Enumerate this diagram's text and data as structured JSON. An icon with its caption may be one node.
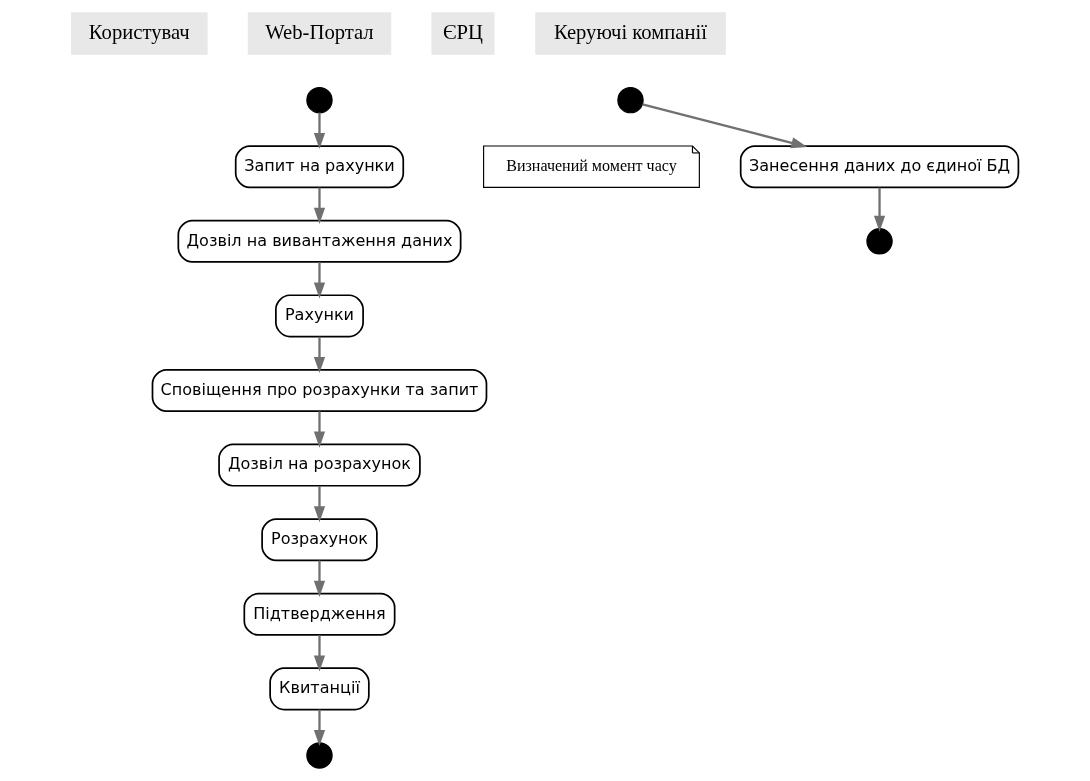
{
  "diagram": {
    "nodes": [
      {
        "text": [
          "Користувач"
        ]
      },
      {
        "text": [
          "Web-Портал"
        ]
      },
      {
        "text": [
          "ЄРЦ"
        ]
      },
      {
        "text": [
          "Керуючі компанії"
        ]
      },
      {
        "text": [],
        "shape": "circle"
      },
      {
        "text": [
          "Запит на рахунки"
        ]
      },
      {
        "text": [],
        "shape": "circle"
      },
      {
        "text": [
          "Визначений момент часу"
        ]
      },
      {
        "text": [
          "Занесення даних до єдиної БД"
        ]
      },
      {
        "text": [],
        "shape": "circle"
      },
      {
        "text": [
          "Дозвіл на вивантаження даних"
        ]
      },
      {
        "text": [
          "Рахунки"
        ]
      },
      {
        "text": [
          "Сповіщення про розрахунки та запит"
        ]
      },
      {
        "text": [
          "Дозвіл на розрахунок"
        ]
      },
      {
        "text": [
          "Розрахунок"
        ]
      },
      {
        "text": [
          "Підтвердження"
        ]
      },
      {
        "text": [
          "Квитанції"
        ]
      },
      {
        "text": [],
        "shape": "circle"
      }
    ],
    "edges": [
      {
        "from": 4,
        "to": 5,
        "arrow": "to"
      },
      {
        "from": 6,
        "to": 8,
        "arrow": "to"
      },
      {
        "from": 8,
        "to": 9,
        "arrow": "to"
      },
      {
        "from": 5,
        "to": 10,
        "arrow": "to"
      },
      {
        "from": 10,
        "to": 11,
        "arrow": "to"
      },
      {
        "from": 11,
        "to": 12,
        "arrow": "to"
      },
      {
        "from": 12,
        "to": 13,
        "arrow": "to"
      },
      {
        "from": 13,
        "to": 14,
        "arrow": "to"
      },
      {
        "from": 14,
        "to": 15,
        "arrow": "to"
      },
      {
        "from": 15,
        "to": 16,
        "arrow": "to"
      },
      {
        "from": 16,
        "to": 17,
        "arrow": "to"
      }
    ]
  }
}
